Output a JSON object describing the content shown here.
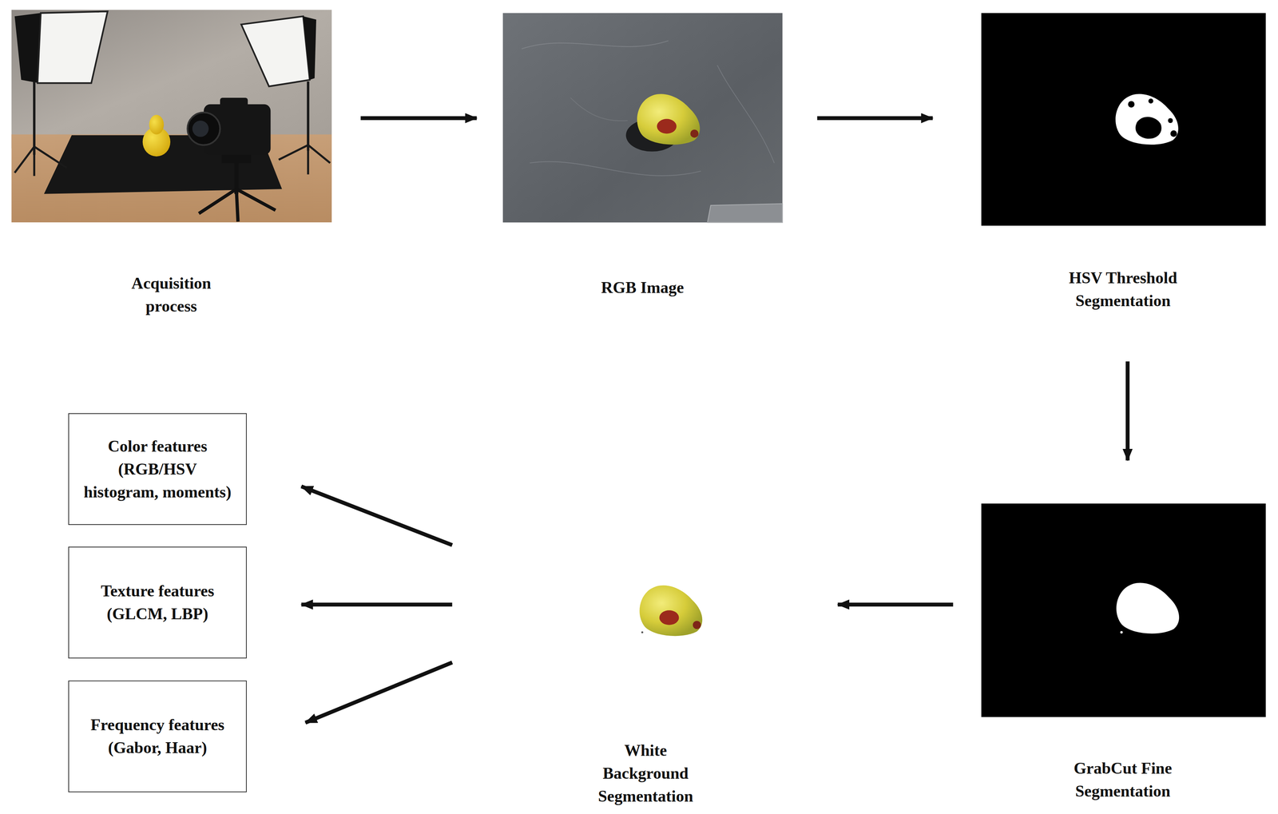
{
  "diagram": {
    "nodes": [
      {
        "text": [
          "Acquisition process"
        ]
      },
      {
        "text": [
          "RGB Image"
        ]
      },
      {
        "text": [
          "HSV Threshold Segmentation"
        ]
      },
      {
        "text": [
          "GrabCut Fine Segmentation"
        ]
      },
      {
        "text": [
          "White Background Segmentation"
        ]
      },
      {
        "text": [
          "Color features (RGB/HSV histogram, moments)"
        ]
      },
      {
        "text": [
          "Texture features (GLCM, LBP)"
        ]
      },
      {
        "text": [
          "Frequency features (Gabor, Haar)"
        ]
      }
    ],
    "edges": [
      {
        "from": 0,
        "to": 1,
        "arrow": "to"
      },
      {
        "from": 1,
        "to": 2,
        "arrow": "to"
      },
      {
        "from": 2,
        "to": 3,
        "arrow": "to"
      },
      {
        "from": 3,
        "to": 4,
        "arrow": "to"
      },
      {
        "from": 4,
        "to": 5,
        "arrow": "to"
      },
      {
        "from": 4,
        "to": 6,
        "arrow": "to"
      },
      {
        "from": 4,
        "to": 7,
        "arrow": "to"
      }
    ]
  }
}
